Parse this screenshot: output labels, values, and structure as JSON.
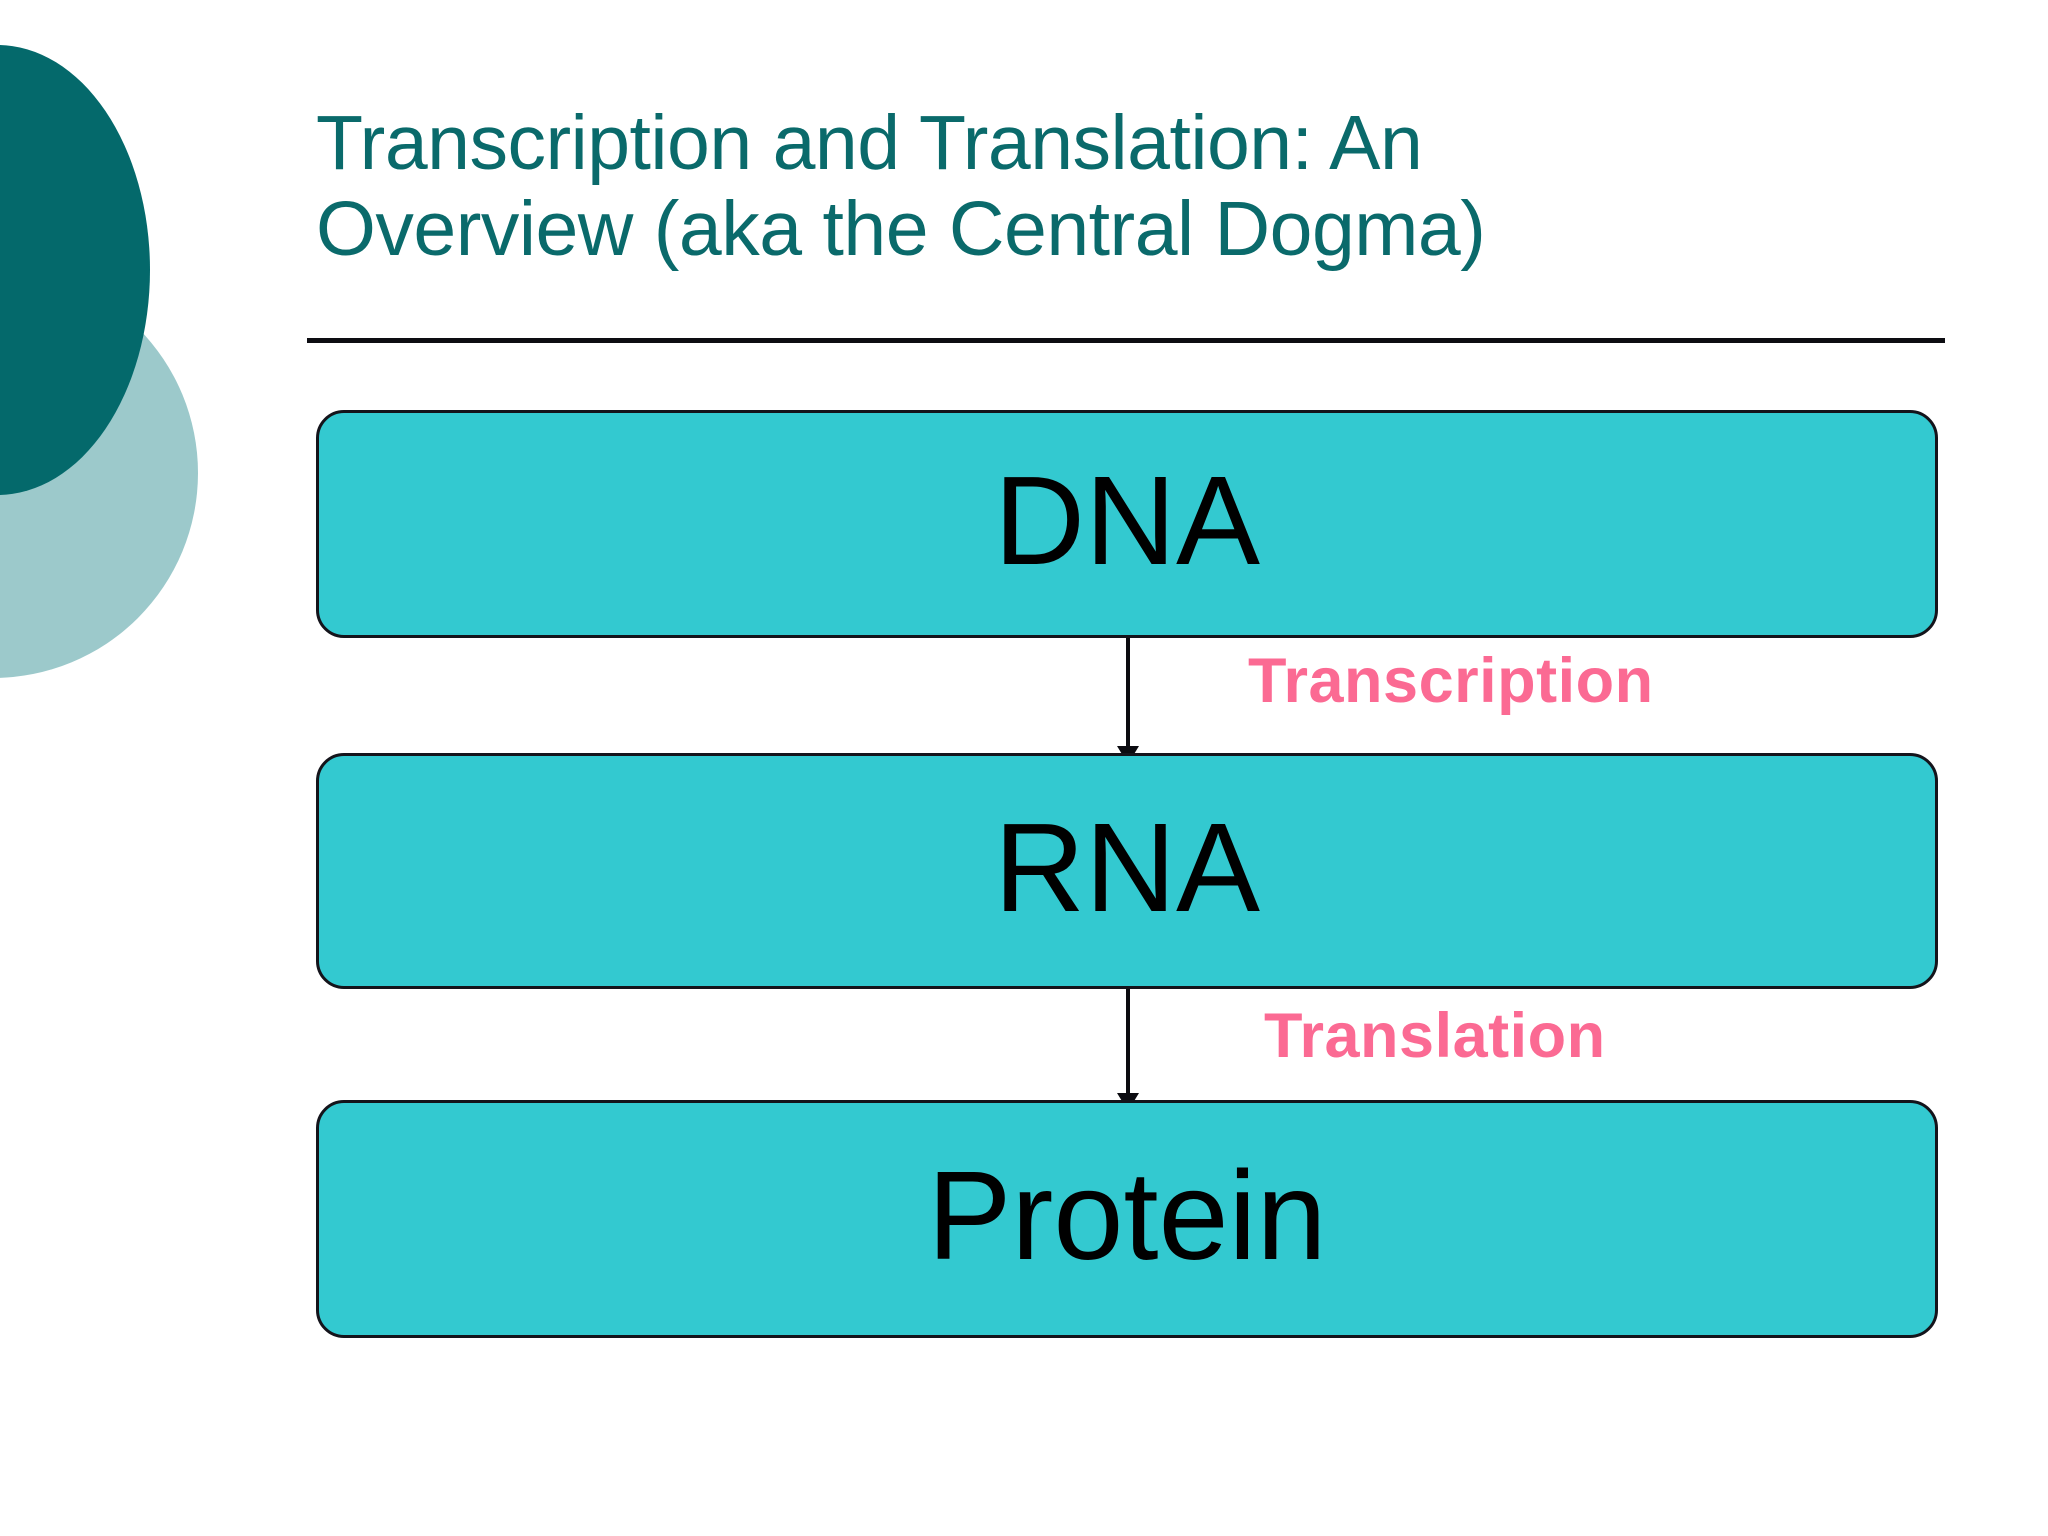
{
  "slide": {
    "title": "Transcription and Translation: An\nOverview (aka the Central Dogma)",
    "background_color": "#FFFFFF"
  },
  "decoration": {
    "dark_circle_color": "#04696B",
    "light_circle_color": "#9CC9CB"
  },
  "theme": {
    "title_color": "#0A6A6B",
    "box_fill": "#33C9D0",
    "box_border": "#14141B",
    "box_text_color": "#000000",
    "arrow_color": "#0B0B10",
    "label_color": "#FB6A93",
    "rule_color": "#0D0D12"
  },
  "diagram": {
    "type": "flow",
    "nodes": [
      {
        "id": "dna",
        "label": "DNA"
      },
      {
        "id": "rna",
        "label": "RNA"
      },
      {
        "id": "protein",
        "label": "Protein"
      }
    ],
    "edges": [
      {
        "from": "dna",
        "to": "rna",
        "label": "Transcription",
        "direction": "down"
      },
      {
        "from": "rna",
        "to": "protein",
        "label": "Translation",
        "direction": "down"
      }
    ]
  }
}
